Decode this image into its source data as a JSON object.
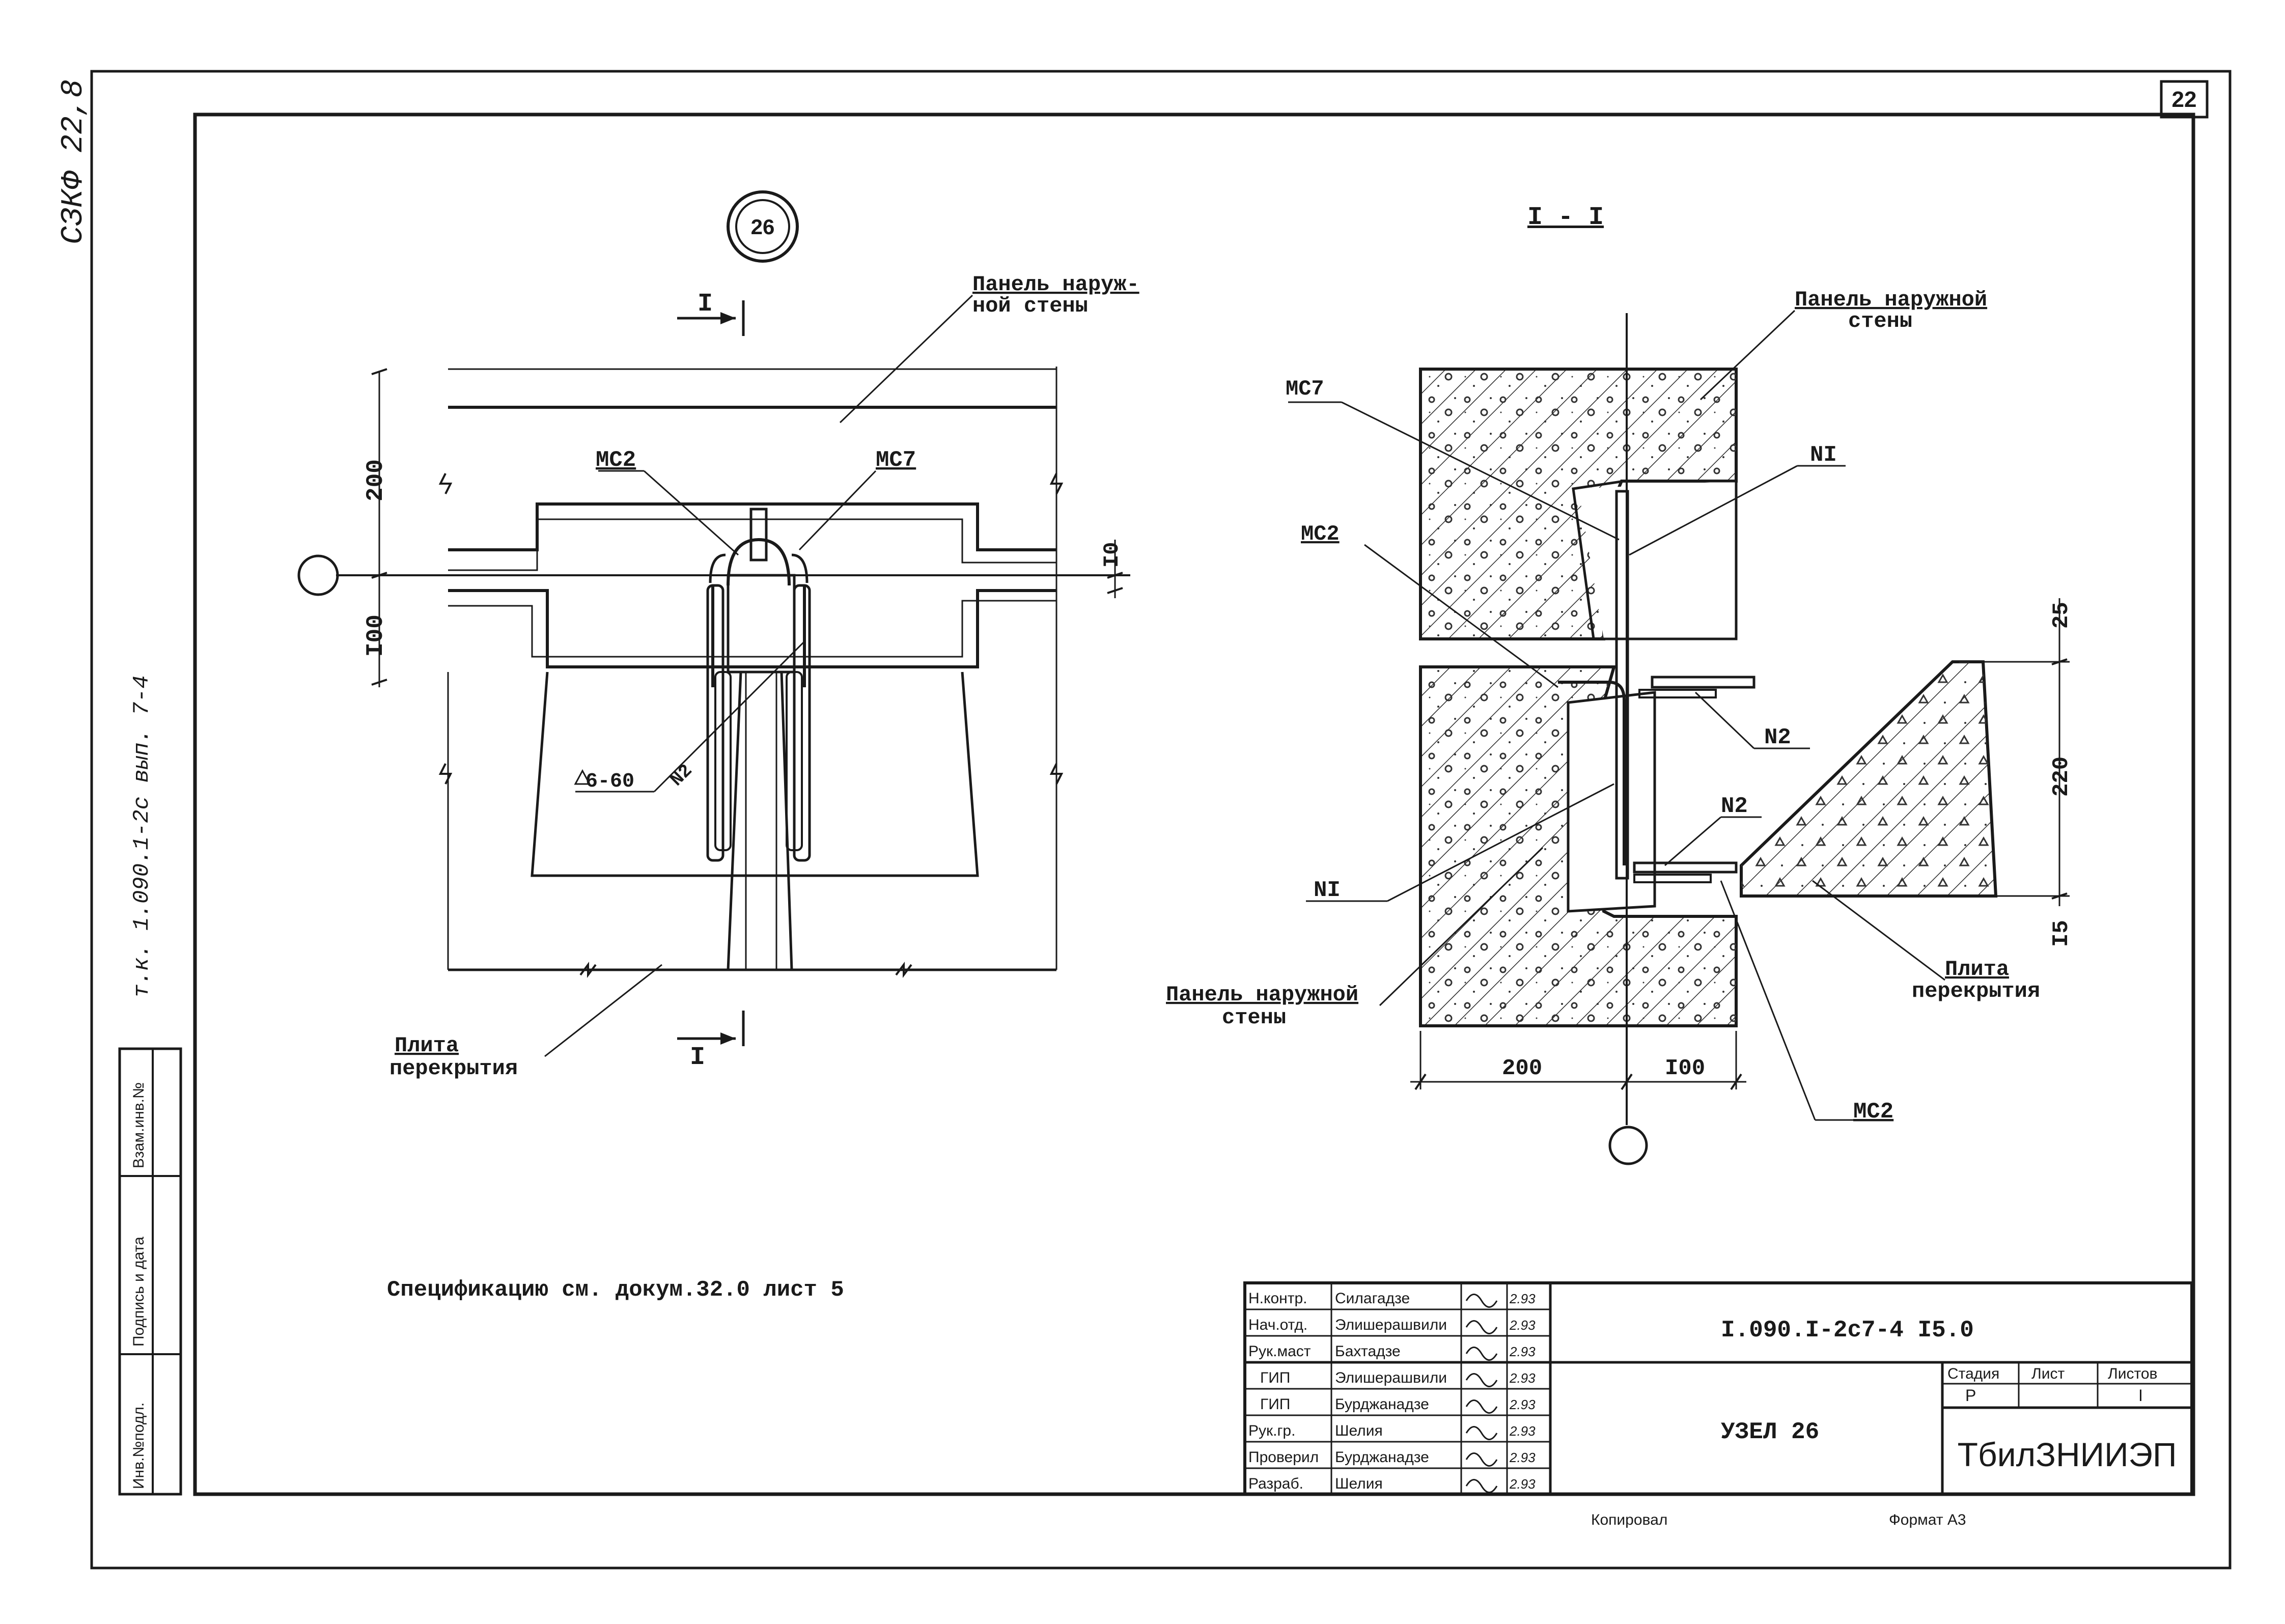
{
  "sheet": {
    "number": "22",
    "side_code": "т.к. 1.090.1-2с вып. 7-4",
    "archive_mark": "СЗКФ 22,8"
  },
  "left_stamp": {
    "cells": [
      "Инв.№подл.",
      "Подпись и дата",
      "Взам.инв.№"
    ]
  },
  "plan_view": {
    "node_number": "26",
    "section_mark": "I",
    "label_wall_panel": [
      "Панель наруж-",
      "ной стены"
    ],
    "label_slab": [
      "Плита",
      "перекрытия"
    ],
    "label_mc2": "МС2",
    "label_mc7": "МС7",
    "weld_note": "6-60",
    "weld_ref": "N2",
    "dims": [
      "200",
      "I00",
      "I0"
    ]
  },
  "section_view": {
    "title": "I - I",
    "label_wall_panel_top": [
      "Панель наружной",
      "стены"
    ],
    "label_wall_panel_bottom": [
      "Панель наружной",
      "стены"
    ],
    "label_slab": [
      "Плита",
      "перекрытия"
    ],
    "label_mc7": "МС7",
    "label_mc2_left": "МС2",
    "label_mc2_bottom": "МС2",
    "label_n1_top": "NI",
    "label_n1_left": "NI",
    "label_n2_upper": "N2",
    "label_n2_lower": "N2",
    "dims": [
      "25",
      "220",
      "I5",
      "200",
      "I00"
    ]
  },
  "spec_note": "Спецификацию см. докум.32.0 лист 5",
  "title_block": {
    "roles": [
      {
        "role": "Н.контр.",
        "name": "Силагадзе",
        "date": "2.93"
      },
      {
        "role": "Нач.отд.",
        "name": "Элишерашвили",
        "date": "2.93"
      },
      {
        "role": "Рук.маст",
        "name": "Бахтадзе",
        "date": "2.93"
      },
      {
        "role": "ГИП",
        "name": "Элишерашвили",
        "date": "2.93"
      },
      {
        "role": "ГИП",
        "name": "Бурджанадзе",
        "date": "2.93"
      },
      {
        "role": "Рук.гр.",
        "name": "Шелия",
        "date": "2.93"
      },
      {
        "role": "Проверил",
        "name": "Бурджанадзе",
        "date": "2.93"
      },
      {
        "role": "Разраб.",
        "name": "Шелия",
        "date": "2.93"
      }
    ],
    "doc_code": "I.090.I-2с7-4    I5.0",
    "sheet_title": "УЗЕЛ 26",
    "headers": [
      "Стадия",
      "Лист",
      "Листов"
    ],
    "stage": "Р",
    "sheet_no": "",
    "sheets_total": "I",
    "organization": "ТбилЗНИИЭП"
  },
  "footer": {
    "copied": "Копировал",
    "format": "Формат А3"
  }
}
